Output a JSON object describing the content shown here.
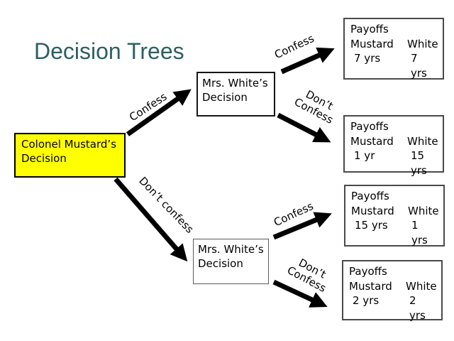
{
  "slide": {
    "title": "Decision Trees"
  },
  "nodes": {
    "mustard": {
      "label": "Colonel Mustard’s\nDecision"
    },
    "white_top": {
      "label": "Mrs. White’s\nDecision"
    },
    "white_bottom": {
      "label": "Mrs. White’s\nDecision"
    }
  },
  "branches": [
    {
      "id": "mustard-confess",
      "label": "Confess"
    },
    {
      "id": "white-top-confess",
      "label": "Confess"
    },
    {
      "id": "white-top-dont-confess",
      "label": "Don’t\nConfess"
    },
    {
      "id": "mustard-dont-confess",
      "label": "Don’t confess"
    },
    {
      "id": "white-bottom-confess",
      "label": "Confess"
    },
    {
      "id": "white-bottom-dont-confess",
      "label": "Don’t\nConfess"
    }
  ],
  "payoffs": [
    {
      "title": "Payoffs",
      "col1": "Mustard",
      "col2": "White",
      "val1": "7 yrs",
      "val2": "7 yrs"
    },
    {
      "title": "Payoffs",
      "col1": "Mustard",
      "col2": "White",
      "val1": "1 yr",
      "val2": "15 yrs"
    },
    {
      "title": "Payoffs",
      "col1": "Mustard",
      "col2": "White",
      "val1": "15 yrs",
      "val2": "1 yrs"
    },
    {
      "title": "Payoffs",
      "col1": "Mustard",
      "col2": "White",
      "val1": "2 yrs",
      "val2": "2 yrs"
    }
  ],
  "colors": {
    "title": "#2C6063",
    "mustard_fill": "#FFFF00",
    "arrow": "#000000",
    "payoff_border": "#4a4a4a",
    "background": "#FFFFFF"
  }
}
